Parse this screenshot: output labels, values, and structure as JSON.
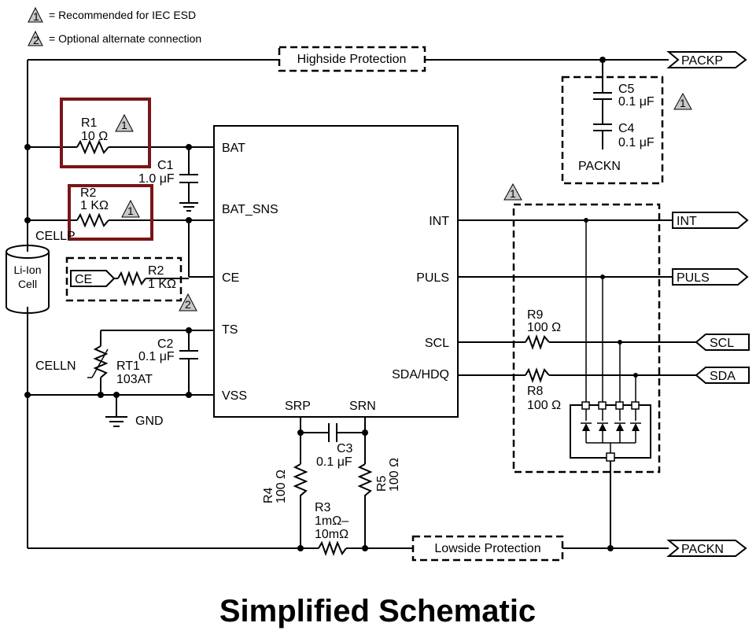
{
  "legend": {
    "recommended_mark": "1",
    "recommended_text": "= Recommended for IEC ESD",
    "optional_mark": "2",
    "optional_text": "= Optional alternate connection"
  },
  "title": "Simplified Schematic",
  "ic": {
    "pins_left": [
      "BAT",
      "BAT_SNS",
      "CE",
      "TS",
      "VSS"
    ],
    "pins_right": [
      "INT",
      "PULS",
      "SCL",
      "SDA/HDQ"
    ],
    "pins_bottom": [
      "SRP",
      "SRN"
    ]
  },
  "protection": {
    "highside": "Highside Protection",
    "lowside": "Lowside Protection"
  },
  "connectors": {
    "packp": "PACKP",
    "packn": "PACKN",
    "int": "INT",
    "puls": "PULS",
    "scl": "SCL",
    "sda": "SDA",
    "ce": "CE"
  },
  "net_labels": {
    "cellp": "CELLP",
    "celln": "CELLN",
    "gnd": "GND",
    "packn_box": "PACKN"
  },
  "cell": {
    "line1": "Li-Ion",
    "line2": "Cell"
  },
  "components": {
    "r1": {
      "ref": "R1",
      "value": "10 Ω"
    },
    "r2": {
      "ref": "R2",
      "value": "1 KΩ"
    },
    "r2_alt": {
      "ref": "R2",
      "value": "1 KΩ"
    },
    "c1": {
      "ref": "C1",
      "value": "1.0 μF"
    },
    "c2": {
      "ref": "C2",
      "value": "0.1 μF"
    },
    "c3": {
      "ref": "C3",
      "value": "0.1 μF"
    },
    "c4": {
      "ref": "C4",
      "value": "0.1 μF"
    },
    "c5": {
      "ref": "C5",
      "value": "0.1 μF"
    },
    "rt1": {
      "ref": "RT1",
      "value": "103AT"
    },
    "r3": {
      "ref": "R3",
      "value_line1": "1mΩ–",
      "value_line2": "10mΩ"
    },
    "r4": {
      "ref": "R4",
      "value": "100 Ω"
    },
    "r5": {
      "ref": "R5",
      "value": "100 Ω"
    },
    "r8": {
      "ref": "R8",
      "value": "100 Ω"
    },
    "r9": {
      "ref": "R9",
      "value": "100 Ω"
    }
  },
  "colors": {
    "highlight": "#7b1418",
    "marker_fill": "#c8c8c8"
  }
}
